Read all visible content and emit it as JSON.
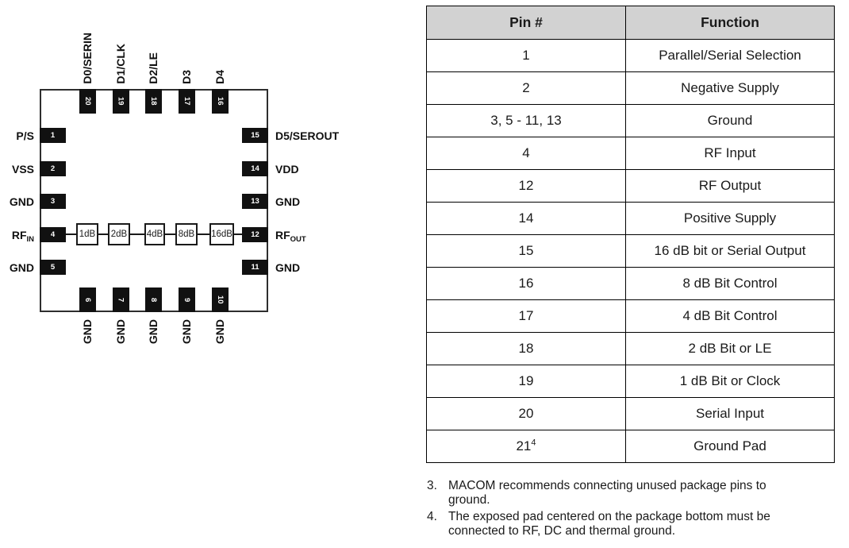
{
  "diagram": {
    "top_pins": [
      {
        "num": "20",
        "label": "D0/SERIN"
      },
      {
        "num": "19",
        "label": "D1/CLK"
      },
      {
        "num": "18",
        "label": "D2/LE"
      },
      {
        "num": "17",
        "label": "D3"
      },
      {
        "num": "16",
        "label": "D4"
      }
    ],
    "left_pins": [
      {
        "num": "1",
        "label": "P/S"
      },
      {
        "num": "2",
        "label": "VSS"
      },
      {
        "num": "3",
        "label": "GND"
      },
      {
        "num": "4",
        "label": "RF",
        "sub": "IN"
      },
      {
        "num": "5",
        "label": "GND"
      }
    ],
    "right_pins": [
      {
        "num": "15",
        "label": "D5/SEROUT"
      },
      {
        "num": "14",
        "label": "VDD"
      },
      {
        "num": "13",
        "label": "GND"
      },
      {
        "num": "12",
        "label": "RF",
        "sub": "OUT"
      },
      {
        "num": "11",
        "label": "GND"
      }
    ],
    "bottom_pins": [
      {
        "num": "6",
        "label": "GND"
      },
      {
        "num": "7",
        "label": "GND"
      },
      {
        "num": "8",
        "label": "GND"
      },
      {
        "num": "9",
        "label": "GND"
      },
      {
        "num": "10",
        "label": "GND"
      }
    ],
    "attenuator_blocks": [
      "1dB",
      "2dB",
      "4dB",
      "8dB",
      "16dB"
    ]
  },
  "table": {
    "headers": [
      "Pin #",
      "Function"
    ],
    "rows": [
      {
        "pin": "1",
        "function": "Parallel/Serial Selection"
      },
      {
        "pin": "2",
        "function": "Negative Supply"
      },
      {
        "pin": "3, 5 - 11, 13",
        "function": "Ground"
      },
      {
        "pin": "4",
        "function": "RF Input"
      },
      {
        "pin": "12",
        "function": "RF Output"
      },
      {
        "pin": "14",
        "function": "Positive Supply"
      },
      {
        "pin": "15",
        "function": "16 dB bit or Serial Output"
      },
      {
        "pin": "16",
        "function": "8 dB Bit Control"
      },
      {
        "pin": "17",
        "function": "4 dB Bit Control"
      },
      {
        "pin": "18",
        "function": "2 dB Bit or LE"
      },
      {
        "pin": "19",
        "function": "1 dB Bit or Clock"
      },
      {
        "pin": "20",
        "function": "Serial Input"
      },
      {
        "pin": "21",
        "pin_sup": "4",
        "function": "Ground Pad"
      }
    ]
  },
  "footnotes": [
    {
      "num": "3.",
      "text": "MACOM recommends connecting unused package pins to ground."
    },
    {
      "num": "4.",
      "text": "The exposed pad centered on the package bottom must be connected to RF, DC and thermal ground."
    }
  ],
  "colors": {
    "table_header_bg": "#d2d2d2",
    "pin_fill": "#111111",
    "line": "#1a1a1a"
  }
}
